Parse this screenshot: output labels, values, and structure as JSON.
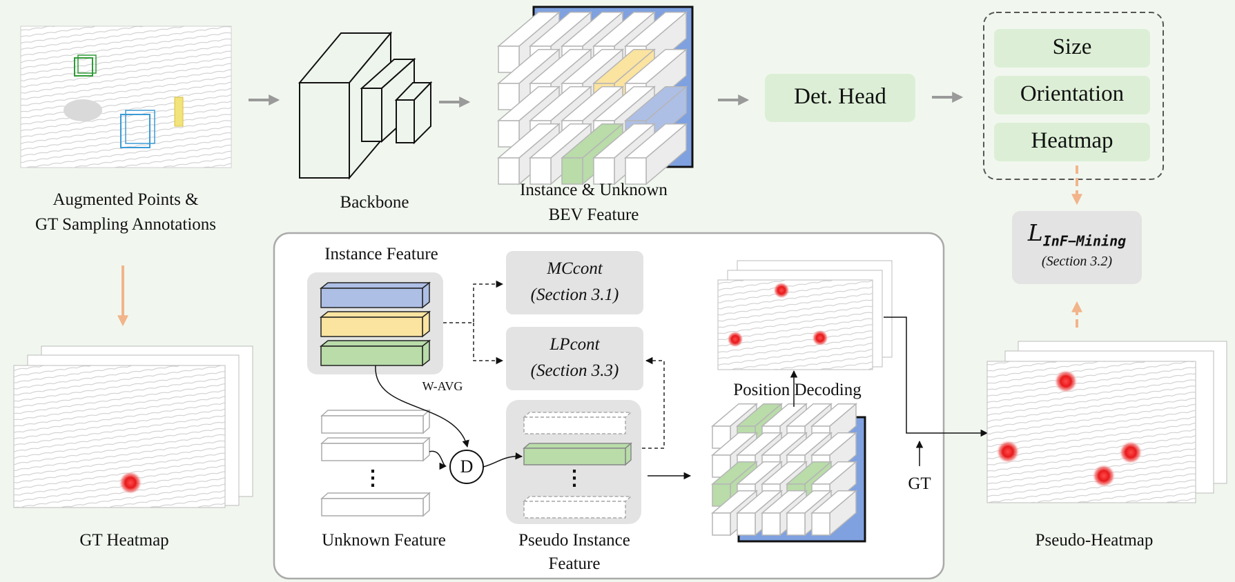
{
  "colors": {
    "background": "#f1f7ef",
    "green_box": "#dcefd6",
    "gray_box": "#e3e3e3",
    "arrow_orange": "#f2b48a",
    "arrow_gray": "#9a9a9a",
    "blue_feat": "#aebfe6",
    "yellow_feat": "#fbe3a0",
    "green_feat": "#b9dca9",
    "heat_red": "#e8191b"
  },
  "labels": {
    "augmented": [
      "Augmented Points &",
      "GT Sampling Annotations"
    ],
    "backbone": "Backbone",
    "bev": [
      "Instance & Unknown",
      "BEV Feature"
    ],
    "det_head": "Det. Head",
    "size": "Size",
    "orientation": "Orientation",
    "heatmap": "Heatmap",
    "loss_main": "L",
    "loss_sub": "InF−Mining",
    "loss_section": "(Section 3.2)",
    "gt_heatmap": "GT Heatmap",
    "instance_feature": "Instance Feature",
    "mccont": "MCcont",
    "mccont_section": "(Section 3.1)",
    "lpcont": "LPcont",
    "lpcont_section": "(Section 3.3)",
    "wavg": "W-AVG",
    "d": "D",
    "dots": "⋮",
    "unknown_feature": "Unknown Feature",
    "pseudo_instance": [
      "Pseudo Instance",
      "Feature"
    ],
    "position_decoding": "Position Decoding",
    "gt": "GT",
    "pseudo_heatmap": "Pseudo-Heatmap"
  },
  "icons": [
    "point-cloud-image",
    "backbone-blocks-icon",
    "bev-grid-icon",
    "heatmap-stack-icon",
    "decoder-node-icon"
  ]
}
